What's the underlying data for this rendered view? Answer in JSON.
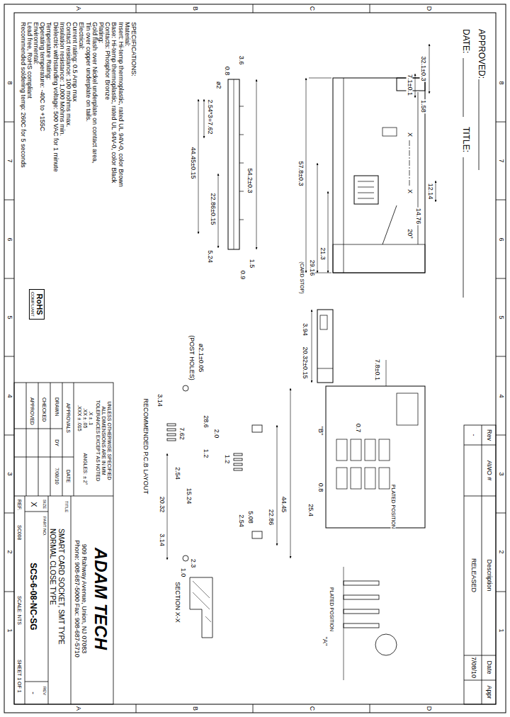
{
  "diagram": {
    "nodes": [
      {
        "text": [
          "RoHS",
          "COMPLIANT"
        ]
      }
    ],
    "labels": [
      "APPROVED:",
      "DATE:",
      "TITLE:",
      "Rev",
      "AWO #",
      "Description",
      "Date",
      "Appr",
      "-",
      "RELEASED",
      "7/08/10",
      "A",
      "B",
      "C",
      "D",
      "A",
      "B",
      "C",
      "D",
      "8",
      "7",
      "6",
      "5",
      "4",
      "3",
      "2",
      "1",
      "8",
      "7",
      "6",
      "5",
      "4",
      "3",
      "2",
      "1",
      "SPECIFICATIONS:",
      "Material:",
      "Insert: Hi-temp thermoplastic, rated UL 94V-0, color Brown",
      "Base: Hi-temp thermoplastic, rated UL 94V-0, color Black",
      "Contacts: Phosphor Bronze",
      "Plating:",
      "Gold flash over Nickel underplate on contact area,",
      "Tin over copper underplate on tails.",
      "Electrical:",
      "Current rating: 0.5 Amp max",
      "Contact resistance: 100 mohms max.",
      "Insulation resistance: 1,000 Mohms min.",
      "Dielectric withstanding voltage: 500 VAC for 1 minute",
      "Temperature Rating:",
      "Operating temperature: -40C to +155C",
      "Environmental:",
      "Lead free, RoHS compliant",
      "Recommended soldering temp: 260C for 5 seconds",
      "UNLESS OTHERWISE SPECIFIED",
      "ALL DIMENSIONS ARE IN MM",
      "TOLERANCES EXCEPT AS NOTED",
      ".X ± .1",
      ".XX ± .05",
      ".XXX ± .015",
      "ANGLES: ± 2°",
      "APPROVALS",
      "DATE",
      "DRAWN",
      "DY",
      "7/08/10",
      "CHECKED",
      "APPROVED",
      "ADAM TECH",
      "909 Rahway Avenue, Union, NJ 07083",
      "Phone: 908-687-5000 Fax: 908-687-5710",
      "TITLE",
      "SMART CARD SOCKET, SMT TYPE",
      "NORMAL CLOSE TYPE",
      "SIZE",
      "X",
      "PART NO.",
      "SCS-6-08-NC-SG",
      "REV",
      "-",
      "REF.",
      "SC008",
      "SCALE: NTS",
      "SHEET 1 OF 1",
      "32.1±0.3",
      "1.58",
      "7.1±0.1",
      "X",
      "X",
      "57.8±0.3",
      "12.14",
      "14.76",
      "20°",
      "21.3",
      "29.16",
      "(CARD STOP)",
      "3.6",
      "0.8",
      "ø2",
      "2.54*3=7.62",
      "44.45±0.15",
      "54.2±0.3",
      "22.86±0.15",
      "5.24",
      "1.5",
      "0.9",
      "3.94",
      "20.32±0.15",
      "ø2.1±0.05",
      "(POST HOLES)",
      "RECOMMENDED P.C.B LAYOUT",
      "3.14",
      "28.6",
      "2.0",
      "1.2",
      "7.62",
      "1.2",
      "2.54",
      "15.24",
      "2.54",
      "5.08",
      "22.86",
      "44.45",
      "20.32",
      "3.14",
      "7.8±0.1",
      "\"B\"",
      "0.7",
      "PLATED POSITION",
      "0.8",
      "25.4",
      "PLATED POSITION",
      "\"A\"",
      "SECTION X-X",
      "2.3",
      "1.0"
    ]
  }
}
